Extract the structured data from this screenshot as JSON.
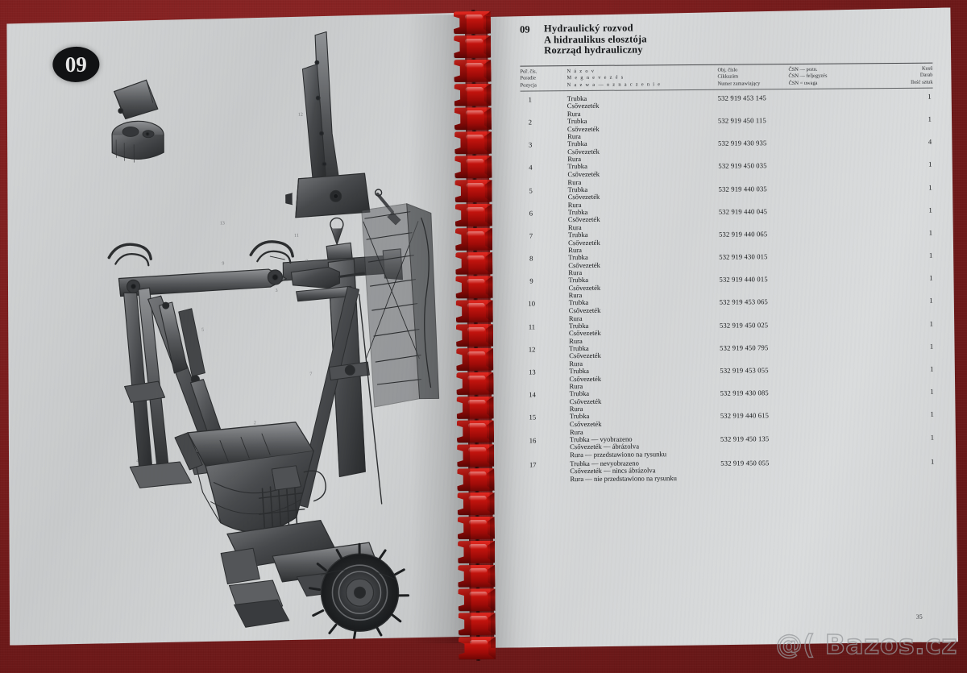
{
  "background": {
    "color": "#7d1f1f"
  },
  "binding": {
    "color": "#c8150f",
    "tine_count": 27,
    "icon": "comb-binding-ring"
  },
  "left_page": {
    "chapter_badge": "09",
    "drawing_caption": "hydraulic circuit exploded technical line drawing of front loader"
  },
  "right_page": {
    "title": {
      "number": "09",
      "line_cs": "Hydraulický rozvod",
      "line_hu": "A hidraulikus elosztója",
      "line_pl": "Rozrząd hydrauliczny"
    },
    "columns": {
      "pos": {
        "cs": "Poř. čís.",
        "hu": "Poradie",
        "pl": "Pozycja"
      },
      "name": {
        "cs": "N á z o v",
        "hu": "M e g n e v e z é s",
        "pl": "N a z w a   —   o z n a c z e n i e"
      },
      "number": {
        "cs": "Obj. číslo",
        "hu": "Cikkszám",
        "pl": "Numer zamawiający"
      },
      "csn": {
        "cs": "ČSN  —  pozn.",
        "hu": "ČSN  —  feljegyzés",
        "pl": "ČSN  =  uwaga"
      },
      "qty": {
        "cs": "Kusů",
        "hu": "Darab",
        "pl": "Ilość sztuk"
      }
    },
    "rows": [
      {
        "pos": "1",
        "cs": "Trubka",
        "hu": "Csővezeték",
        "pl": "Rura",
        "number": "532 919 453 145",
        "qty": "1"
      },
      {
        "pos": "2",
        "cs": "Trubka",
        "hu": "Csővezeték",
        "pl": "Rura",
        "number": "532 919 450 115",
        "qty": "1"
      },
      {
        "pos": "3",
        "cs": "Trubka",
        "hu": "Csővezeték",
        "pl": "Rura",
        "number": "532 919 430 935",
        "qty": "4"
      },
      {
        "pos": "4",
        "cs": "Trubka",
        "hu": "Csővezeték",
        "pl": "Rura",
        "number": "532 919 450 035",
        "qty": "1"
      },
      {
        "pos": "5",
        "cs": "Trubka",
        "hu": "Csővezeték",
        "pl": "Rura",
        "number": "532 919 440 035",
        "qty": "1"
      },
      {
        "pos": "6",
        "cs": "Trubka",
        "hu": "Csővezeték",
        "pl": "Rura",
        "number": "532 919 440 045",
        "qty": "1"
      },
      {
        "pos": "7",
        "cs": "Trubka",
        "hu": "Csővezeték",
        "pl": "Rura",
        "number": "532 919 440 065",
        "qty": "1"
      },
      {
        "pos": "8",
        "cs": "Trubka",
        "hu": "Csővezeték",
        "pl": "Rura",
        "number": "532 919 430 015",
        "qty": "1"
      },
      {
        "pos": "9",
        "cs": "Trubka",
        "hu": "Csővezeték",
        "pl": "Rura",
        "number": "532 919 440 015",
        "qty": "1"
      },
      {
        "pos": "10",
        "cs": "Trubka",
        "hu": "Csővezeték",
        "pl": "Rura",
        "number": "532 919 453 065",
        "qty": "1"
      },
      {
        "pos": "11",
        "cs": "Trubka",
        "hu": "Csővezeték",
        "pl": "Rura",
        "number": "532 919 450 025",
        "qty": "1"
      },
      {
        "pos": "12",
        "cs": "Trubka",
        "hu": "Csővezeték",
        "pl": "Rura",
        "number": "532 919 450 795",
        "qty": "1"
      },
      {
        "pos": "13",
        "cs": "Trubka",
        "hu": "Csővezeték",
        "pl": "Rura",
        "number": "532 919 453 055",
        "qty": "1"
      },
      {
        "pos": "14",
        "cs": "Trubka",
        "hu": "Csővezeték",
        "pl": "Rura",
        "number": "532 919 430 085",
        "qty": "1"
      },
      {
        "pos": "15",
        "cs": "Trubka",
        "hu": "Csővezeték",
        "pl": "Rura",
        "number": "532 919 440 615",
        "qty": "1"
      },
      {
        "pos": "16",
        "cs": "Trubka — vyobrazeno",
        "hu": "Csővezeték — ábrázolva",
        "pl": "Rura  —  przedstawiono na rysunku",
        "number": "532 919 450 135",
        "qty": "1"
      },
      {
        "pos": "17",
        "cs": "Trubka — nevyobrazeno",
        "hu": "Csővezeték — nincs ábrázolva",
        "pl": "Rura  —  nie przedstawiono na rysunku",
        "number": "532 919 450 055",
        "qty": "1"
      }
    ],
    "page_number": "35"
  },
  "watermark": {
    "text": "@( Bazos.cz"
  }
}
